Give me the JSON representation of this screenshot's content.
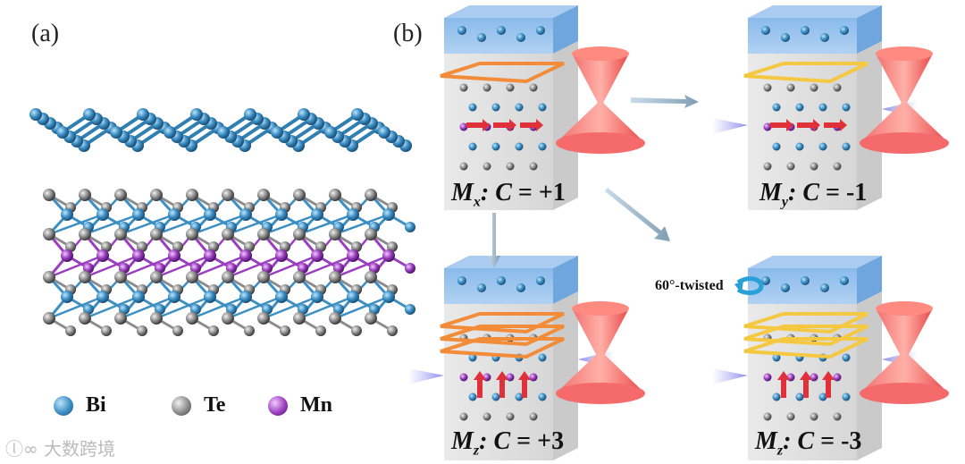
{
  "panel_a": {
    "label": "(a)"
  },
  "panel_b": {
    "label": "(b)"
  },
  "legend": [
    {
      "name": "Bi",
      "color": "#3b8fc4"
    },
    {
      "name": "Te",
      "color": "#8c8c8c"
    },
    {
      "name": "Mn",
      "color": "#9b3fc0"
    }
  ],
  "captions": {
    "mx": {
      "m": "M",
      "sub": "x",
      "rest": ": ",
      "c": "C",
      "val": " = +1"
    },
    "my": {
      "m": "M",
      "sub": "y",
      "rest": ": ",
      "c": "C",
      "val": " = -1"
    },
    "mz3": {
      "m": "M",
      "sub": "z",
      "rest": ": ",
      "c": "C",
      "val": " = +3"
    },
    "mzm3": {
      "m": "M",
      "sub": "z",
      "rest": ": ",
      "c": "C",
      "val": " = -3"
    }
  },
  "twist_label": "60°-twisted",
  "watermark": "大数跨境",
  "colors": {
    "bi": "#3b8fc4",
    "te": "#8c8c8c",
    "mn": "#9b3fc0",
    "orange_loop": "#f28c38",
    "yellow_loop": "#f5c842",
    "cone": "#f25a5a",
    "arrow": "#9fb8cc"
  }
}
